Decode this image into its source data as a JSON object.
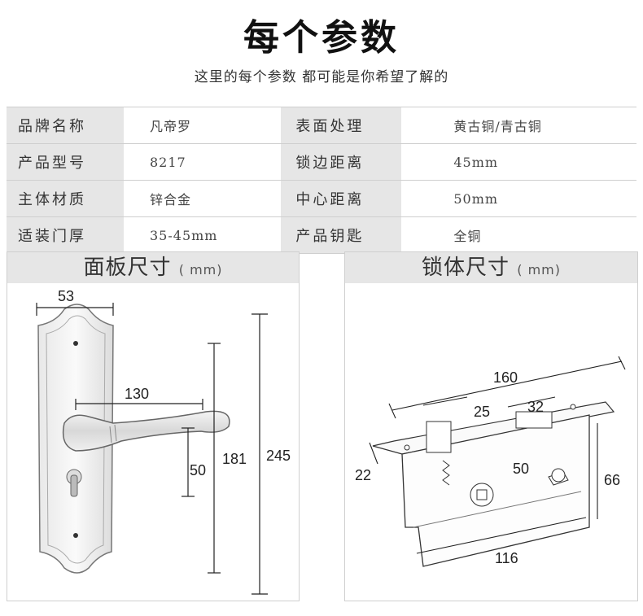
{
  "header": {
    "title": "每个参数",
    "subtitle": "这里的每个参数 都可能是你希望了解的"
  },
  "specs": [
    {
      "label": "品牌名称",
      "value": "凡帝罗",
      "label2": "表面处理",
      "value2": "黄古铜/青古铜"
    },
    {
      "label": "产品型号",
      "value": "8217",
      "label2": "锁边距离",
      "value2": "45mm"
    },
    {
      "label": "主体材质",
      "value": "锌合金",
      "label2": "中心距离",
      "value2": "50mm"
    },
    {
      "label": "适装门厚",
      "value": "35-45mm",
      "label2": "产品钥匙",
      "value2": "全铜"
    }
  ],
  "panel_left": {
    "title": "面板尺寸",
    "unit": "( mm)",
    "dims": {
      "width": "53",
      "handle_length": "130",
      "center": "50",
      "hole_span": "181",
      "height": "245"
    }
  },
  "panel_right": {
    "title": "锁体尺寸",
    "unit": "( mm)",
    "dims": {
      "length": "160",
      "latch": "25",
      "bolt": "32",
      "center": "50",
      "depth_left": "22",
      "height": "66",
      "body": "116"
    }
  }
}
